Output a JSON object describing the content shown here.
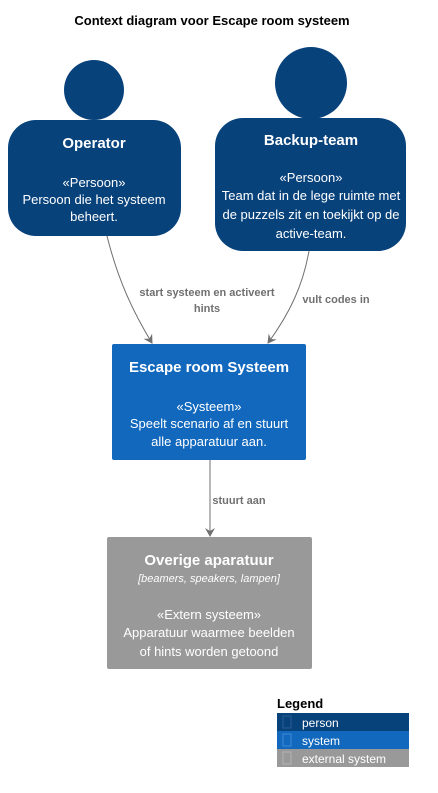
{
  "diagram": {
    "title": "Context diagram voor Escape room systeem",
    "colors": {
      "person": "#08427b",
      "system": "#1168bd",
      "external": "#999999",
      "edge": "#707070"
    },
    "nodes": {
      "operator": {
        "name": "Operator",
        "stereotype": "«Persoon»",
        "description_lines": [
          "Persoon die het systeem",
          "beheert."
        ]
      },
      "backup_team": {
        "name": "Backup-team",
        "stereotype": "«Persoon»",
        "description_lines": [
          "Team dat in de lege ruimte met",
          "de puzzels zit en toekijkt op de",
          "active-team."
        ]
      },
      "escape_room": {
        "name": "Escape room Systeem",
        "stereotype": "«Systeem»",
        "description_lines": [
          "Speelt scenario af en stuurt",
          "alle apparatuur aan."
        ]
      },
      "overige": {
        "name": "Overige aparatuur",
        "technology": "[beamers, speakers, lampen]",
        "stereotype": "«Extern systeem»",
        "description_lines": [
          "Apparatuur waarmee beelden",
          "of hints worden getoond"
        ]
      }
    },
    "edges": {
      "operator_to_system": {
        "label_lines": [
          "start systeem en activeert",
          "hints"
        ]
      },
      "backup_to_system": {
        "label_lines": [
          "vult codes in"
        ]
      },
      "system_to_overige": {
        "label_lines": [
          "stuurt aan"
        ]
      }
    },
    "legend": {
      "title": "Legend",
      "items": [
        "person",
        "system",
        "external system"
      ]
    }
  }
}
